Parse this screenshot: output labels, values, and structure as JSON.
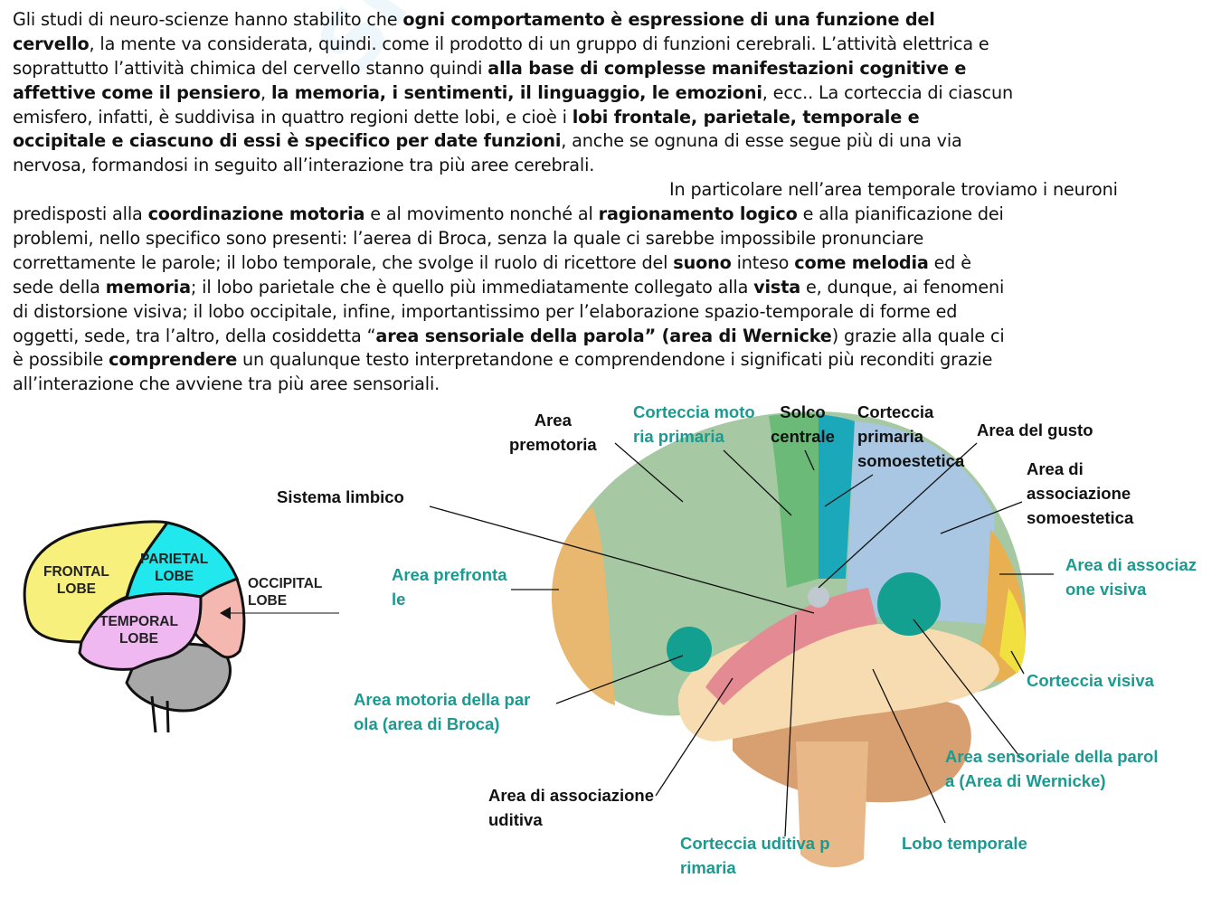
{
  "document": {
    "lines": [
      [
        {
          "t": "Gli studi di neuro-scienze hanno stabilito che "
        },
        {
          "t": "ogni comportamento è espressione di una funzione del",
          "b": true
        }
      ],
      [
        {
          "t": "cervello",
          "b": true
        },
        {
          "t": ",  la mente va considerata, quindi. come il prodotto di un gruppo di funzioni cerebrali. L’attività elettrica e"
        }
      ],
      [
        {
          "t": "soprattutto l’attività chimica del cervello stanno quindi "
        },
        {
          "t": "alla base di complesse manifestazioni cognitive e",
          "b": true
        }
      ],
      [
        {
          "t": "affettive come il pensiero",
          "b": true
        },
        {
          "t": ", "
        },
        {
          "t": "la memoria, i sentimenti, il linguaggio, le emozioni",
          "b": true
        },
        {
          "t": ", ecc.. La corteccia di ciascun"
        }
      ],
      [
        {
          "t": "emisfero, infatti, è suddivisa in quattro regioni dette lobi, e cioè i "
        },
        {
          "t": "lobi frontale, parietale, temporale e",
          "b": true
        }
      ],
      [
        {
          "t": "occipitale e ciascuno di essi è specifico per date funzioni",
          "b": true
        },
        {
          "t": ", anche se ognuna di esse segue più di una via"
        }
      ],
      [
        {
          "t": "nervosa, formandosi in seguito all’interazione tra più aree cerebrali."
        }
      ],
      [
        {
          "t": "In particolare nell’area temporale troviamo i neuroni",
          "indent": true
        }
      ],
      [
        {
          "t": "predisposti alla "
        },
        {
          "t": "coordinazione motoria",
          "b": true
        },
        {
          "t": " e al movimento nonché al "
        },
        {
          "t": "ragionamento logico",
          "b": true
        },
        {
          "t": " e alla pianificazione dei"
        }
      ],
      [
        {
          "t": "problemi, nello specifico sono presenti: l’aerea di Broca, senza la quale ci sarebbe impossibile pronunciare"
        }
      ],
      [
        {
          "t": "correttamente le parole; il lobo temporale, che svolge il ruolo di ricettore del "
        },
        {
          "t": "suono",
          "b": true
        },
        {
          "t": " inteso "
        },
        {
          "t": "come melodia",
          "b": true
        },
        {
          "t": " ed è"
        }
      ],
      [
        {
          "t": "sede della "
        },
        {
          "t": "memoria",
          "b": true
        },
        {
          "t": "; il lobo parietale che è quello più immediatamente collegato alla "
        },
        {
          "t": "vista",
          "b": true
        },
        {
          "t": " e, dunque, ai fenomeni"
        }
      ],
      [
        {
          "t": "di distorsione visiva; il lobo occipitale, infine, importantissimo per l’elaborazione spazio-temporale di forme ed"
        }
      ],
      [
        {
          "t": "oggetti, sede, tra l’altro, della cosiddetta “"
        },
        {
          "t": "area sensoriale della parola” (area di Wernicke",
          "b": true
        },
        {
          "t": ") grazie alla quale ci"
        }
      ],
      [
        {
          "t": "è possibile "
        },
        {
          "t": "comprendere",
          "b": true
        },
        {
          "t": " un qualunque testo interpretandone e comprendendone i significati più reconditi grazie"
        }
      ],
      [
        {
          "t": "all’interazione che avviene tra più aree sensoriali."
        }
      ]
    ]
  },
  "small_brain": {
    "frontal": [
      "FRONTAL",
      "LOBE"
    ],
    "parietal": [
      "PARIETAL",
      "LOBE"
    ],
    "temporal": [
      "TEMPORAL",
      "LOBE"
    ],
    "occipital": [
      "OCCIPITAL",
      "LOBE"
    ]
  },
  "labels": {
    "corteccia_motoria": [
      "Corteccia moto",
      "ria primaria"
    ],
    "solco_centrale": [
      "Solco",
      "centrale"
    ],
    "corteccia_somoestetica": [
      "Corteccia",
      "primaria",
      "somoestetica"
    ],
    "area_premotoria": [
      "Area",
      "premotoria"
    ],
    "area_gusto": [
      "Area del gusto"
    ],
    "area_assoc_somoestetica": [
      "Area di",
      "associazione",
      "somoestetica"
    ],
    "sistema_limbico": [
      "Sistema limbico"
    ],
    "area_prefrontale": [
      "Area prefronta",
      "le"
    ],
    "area_assoc_visiva": [
      "Area di associaz",
      "one visiva"
    ],
    "corteccia_visiva": [
      "Corteccia visiva"
    ],
    "area_broca": [
      "Area motoria della par",
      "ola (area di Broca)"
    ],
    "area_wernicke": [
      "Area sensoriale della parol",
      "a (Area di Wernicke)"
    ],
    "area_assoc_uditiva": [
      "Area di associazione",
      "uditiva"
    ],
    "corteccia_uditiva": [
      "Corteccia uditiva p",
      "rimaria"
    ],
    "lobo_temporale": [
      "Lobo temporale"
    ]
  },
  "colors": {
    "teal_label": "#1a9a90",
    "text": "#111111"
  }
}
